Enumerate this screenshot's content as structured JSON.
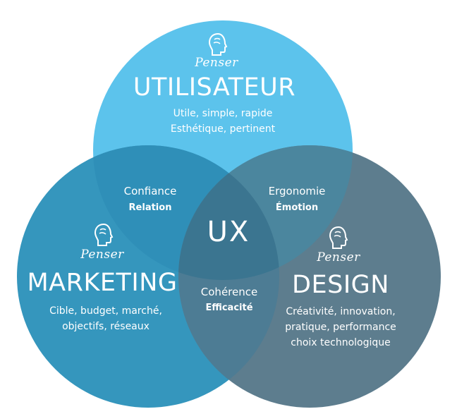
{
  "colors": {
    "user_circle": "#5cc3ec",
    "marketing_circle": "#3596bd",
    "design_circle": "#5d7d8e",
    "text": "#ffffff"
  },
  "user": {
    "icon": "head-profile-icon",
    "penser": "Penser",
    "title": "UTILISATEUR",
    "line1": "Utile, simple, rapide",
    "line2": "Esthétique, pertinent"
  },
  "marketing": {
    "icon": "head-profile-icon",
    "penser": "Penser",
    "title": "MARKETING",
    "line1": "Cible, budget, marché,",
    "line2": "objectifs, réseaux"
  },
  "design": {
    "icon": "head-profile-icon",
    "penser": "Penser",
    "title": "DESIGN",
    "line1": "Créativité, innovation,",
    "line2": "pratique, performance",
    "line3": "choix technologique"
  },
  "overlaps": {
    "user_marketing": {
      "main": "Confiance",
      "sub": "Relation"
    },
    "user_design": {
      "main": "Ergonomie",
      "sub": "Émotion"
    },
    "marketing_design": {
      "main": "Cohérence",
      "sub": "Efficacité"
    }
  },
  "center": "UX"
}
